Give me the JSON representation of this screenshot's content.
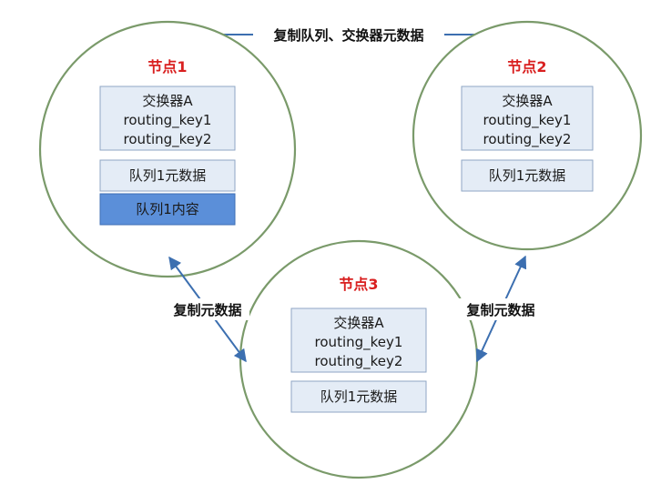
{
  "edges": {
    "top_label": "复制队列、交换器元数据",
    "left_label": "复制元数据",
    "right_label": "复制元数据"
  },
  "nodes": [
    {
      "title": "节点1",
      "exchange_lines": [
        "交换器A",
        "routing_key1",
        "routing_key2"
      ],
      "metadata": "队列1元数据",
      "content": "队列1内容"
    },
    {
      "title": "节点2",
      "exchange_lines": [
        "交换器A",
        "routing_key1",
        "routing_key2"
      ],
      "metadata": "队列1元数据"
    },
    {
      "title": "节点3",
      "exchange_lines": [
        "交换器A",
        "routing_key1",
        "routing_key2"
      ],
      "metadata": "队列1元数据"
    }
  ],
  "colors": {
    "title": "#d92020",
    "arrow": "#3c6fb0",
    "box_fill": "#e4ecf6",
    "box_highlight": "#5b8fd9",
    "circle_stroke": "#7a9a6a"
  }
}
